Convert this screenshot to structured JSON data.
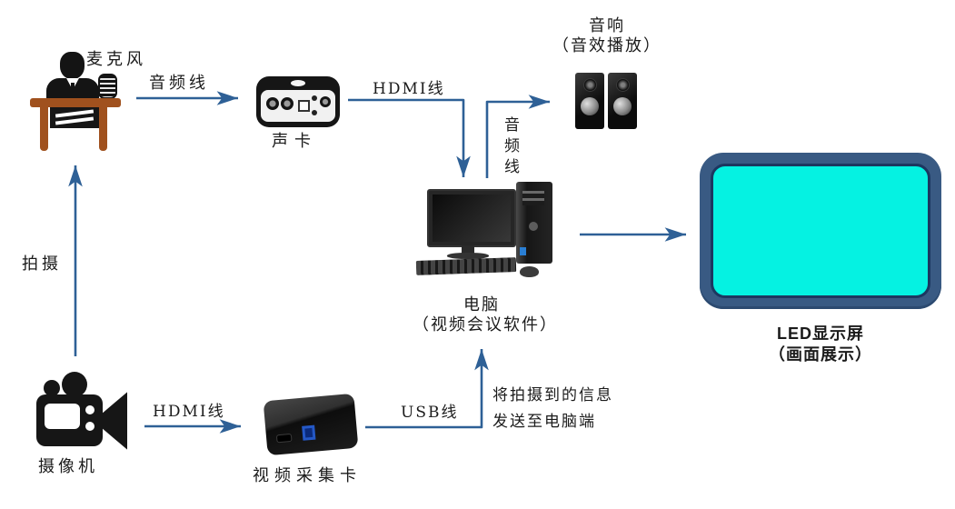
{
  "nodes": {
    "presenter": {
      "label": "麦克风"
    },
    "soundcard": {
      "label": "声卡"
    },
    "speakers": {
      "label": "音响",
      "sublabel": "（音效播放）"
    },
    "computer": {
      "label": "电脑",
      "sublabel": "（视频会议软件）"
    },
    "led_screen": {
      "label": "LED显示屏",
      "sublabel": "（画面展示）"
    },
    "camera": {
      "label": "摄像机"
    },
    "capture_card": {
      "label": "视频采集卡"
    }
  },
  "edges": {
    "mic_to_soundcard": {
      "label": "音频线"
    },
    "soundcard_to_computer": {
      "label": "HDMI线"
    },
    "computer_to_speakers": {
      "label": "音频线"
    },
    "camera_shoot": {
      "label": "拍摄"
    },
    "camera_to_capture": {
      "label": "HDMI线"
    },
    "capture_to_computer": {
      "label": "USB线",
      "note_line1": "将拍摄到的信息",
      "note_line2": "发送至电脑端"
    }
  },
  "colors": {
    "arrow": "#2e6096",
    "led_frame": "#395a83",
    "led_screen_fill": "#05f2e2",
    "desk": "#a0511e"
  }
}
